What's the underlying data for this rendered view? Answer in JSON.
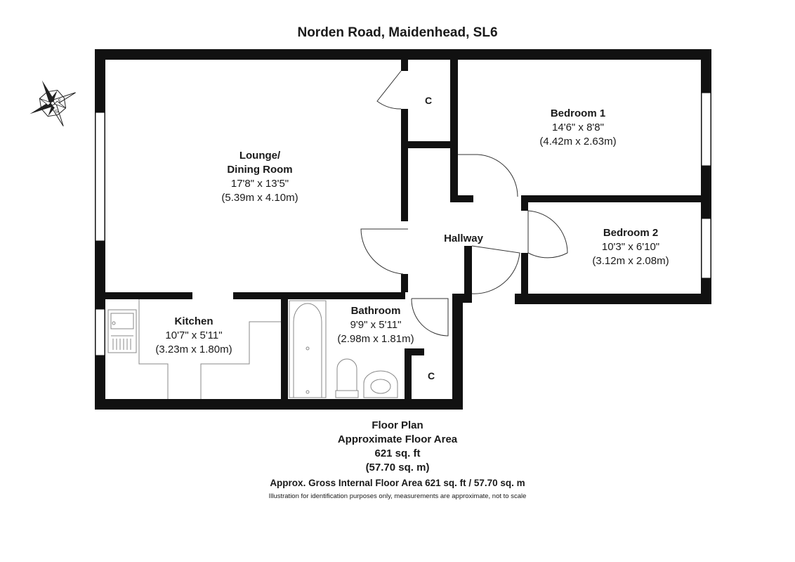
{
  "title": "Norden Road, Maidenhead, SL6",
  "compass": {
    "labels": [
      "N",
      "E",
      "S",
      "W"
    ]
  },
  "rooms": {
    "lounge": {
      "name_line1": "Lounge/",
      "name_line2": "Dining Room",
      "imperial": "17'8\" x 13'5\"",
      "metric": "(5.39m x 4.10m)"
    },
    "bedroom1": {
      "name": "Bedroom 1",
      "imperial": "14'6\" x 8'8\"",
      "metric": "(4.42m x 2.63m)"
    },
    "bedroom2": {
      "name": "Bedroom 2",
      "imperial": "10'3\" x 6'10\"",
      "metric": "(3.12m x 2.08m)"
    },
    "hallway": {
      "name": "Hallway"
    },
    "kitchen": {
      "name": "Kitchen",
      "imperial": "10'7\" x 5'11\"",
      "metric": "(3.23m x 1.80m)"
    },
    "bathroom": {
      "name": "Bathroom",
      "imperial": "9'9\" x 5'11\"",
      "metric": "(2.98m x 1.81m)"
    },
    "cupboard_top": {
      "name": "C"
    },
    "cupboard_bottom": {
      "name": "C"
    }
  },
  "footer": {
    "line1": "Floor Plan",
    "line2": "Approximate Floor Area",
    "line3": "621 sq. ft",
    "line4": "(57.70 sq. m)",
    "gross": "Approx. Gross Internal Floor Area 621 sq. ft / 57.70 sq. m",
    "disclaimer": "Illustration for identification purposes only, measurements are approximate, not to scale"
  },
  "colors": {
    "wall": "#111111",
    "fixture_line": "#777777",
    "window": "#ffffff"
  }
}
